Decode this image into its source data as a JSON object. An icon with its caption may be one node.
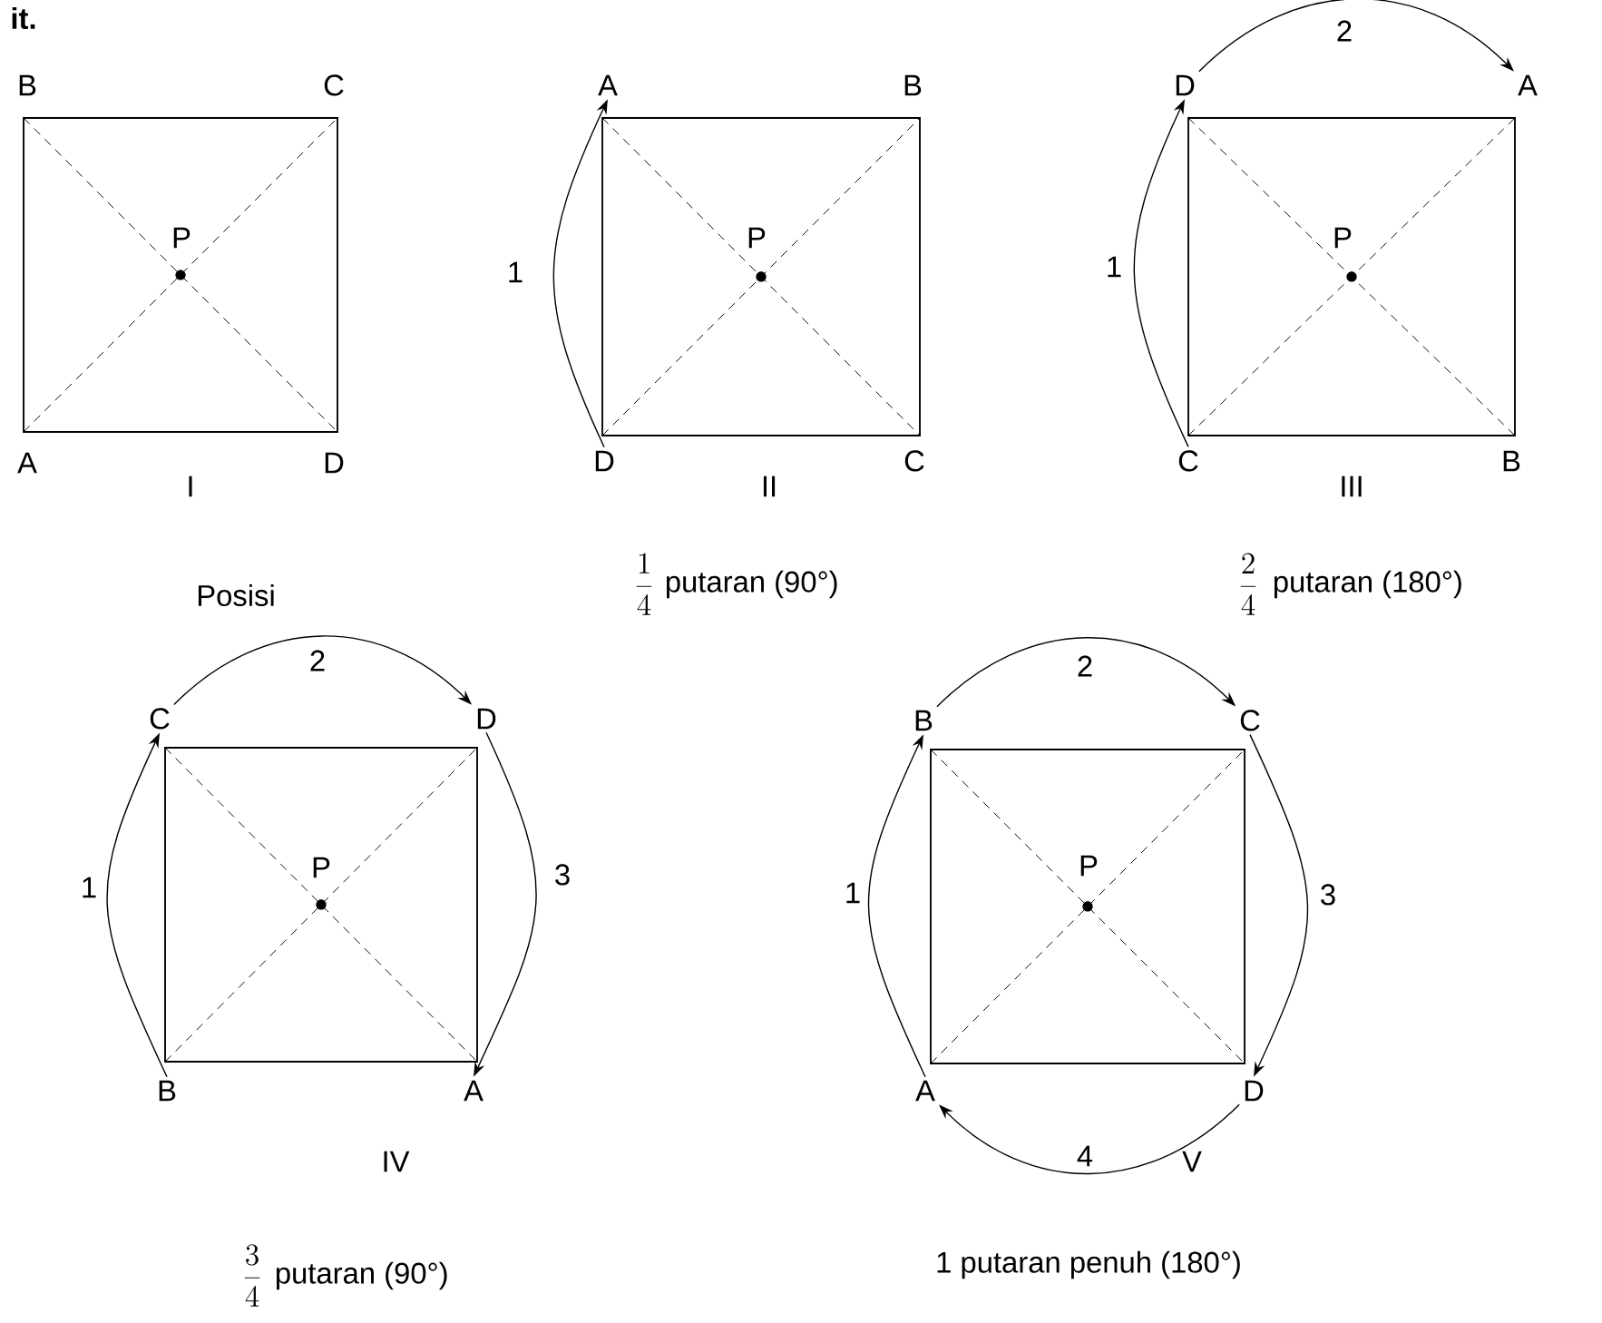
{
  "diagram": {
    "title": "it.",
    "nodes": [
      {
        "text": [
          "A"
        ]
      },
      {
        "text": [
          "D"
        ]
      },
      {
        "text": [
          "D"
        ]
      },
      {
        "text": [
          "A"
        ]
      },
      {
        "text": [
          "C"
        ]
      },
      {
        "text": [
          "C"
        ]
      },
      {
        "text": [
          "D"
        ]
      },
      {
        "text": [
          "B"
        ]
      },
      {
        "text": [
          "A"
        ]
      },
      {
        "text": [
          "B"
        ]
      },
      {
        "text": [
          "C"
        ]
      },
      {
        "text": [
          "A"
        ]
      },
      {
        "text": [
          "D"
        ]
      }
    ],
    "edges": [
      {
        "from": 1,
        "to": 0,
        "arrow": "to",
        "label": "1"
      },
      {
        "from": 4,
        "to": 2,
        "arrow": "to",
        "label": "1"
      },
      {
        "from": 2,
        "to": 3,
        "arrow": "to",
        "label": "2"
      },
      {
        "from": 7,
        "to": 5,
        "arrow": "to",
        "label": "1"
      },
      {
        "from": 5,
        "to": 6,
        "arrow": "to",
        "label": "2"
      },
      {
        "from": 6,
        "to": 8,
        "arrow": "to",
        "label": "3"
      },
      {
        "from": 11,
        "to": 9,
        "arrow": "to",
        "label": "1"
      },
      {
        "from": 9,
        "to": 10,
        "arrow": "to",
        "label": "2"
      },
      {
        "from": 10,
        "to": 12,
        "arrow": "to",
        "label": "3"
      },
      {
        "from": 12,
        "to": 11,
        "arrow": "to",
        "label": "4"
      }
    ],
    "labels": [
      "B",
      "C",
      "P",
      "A",
      "D",
      "I",
      "B",
      "P",
      "C",
      "II",
      "P",
      "B",
      "III",
      "Posisi",
      "\\frac{1}{4}",
      "putaran (90°)",
      "\\frac{2}{4}",
      "putaran (180°)",
      "P",
      "IV",
      "P",
      "V",
      "\\frac{3}{4}",
      "putaran (90°)",
      "1 putaran penuh (180°)"
    ]
  }
}
